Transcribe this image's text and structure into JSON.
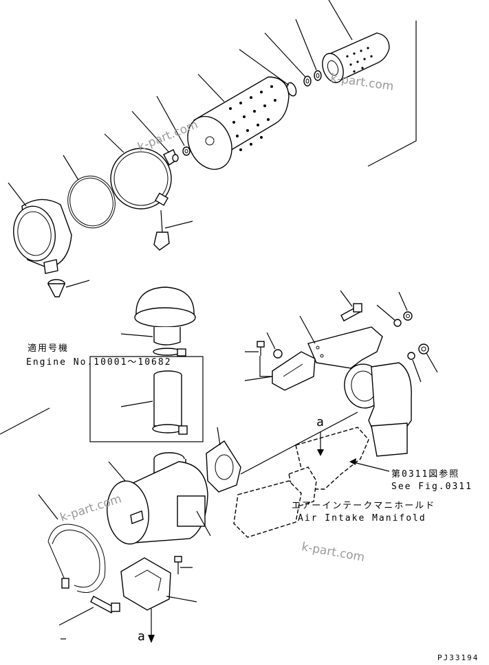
{
  "labels": {
    "applicable_jp": "適用号機",
    "engine_range": "Engine No.10001～10682",
    "see_fig_jp": "第0311図参照",
    "see_fig_en": "See Fig.0311",
    "manifold_jp": "エアーインテークマニホールド",
    "manifold_en": "Air Intake Manifold",
    "view_a_top": "a",
    "view_a_bottom": "a",
    "drawing_no": "PJ33194"
  },
  "watermarks": [
    "k-part.com",
    "k-part.com",
    "k-part.com",
    "k-part.com"
  ]
}
